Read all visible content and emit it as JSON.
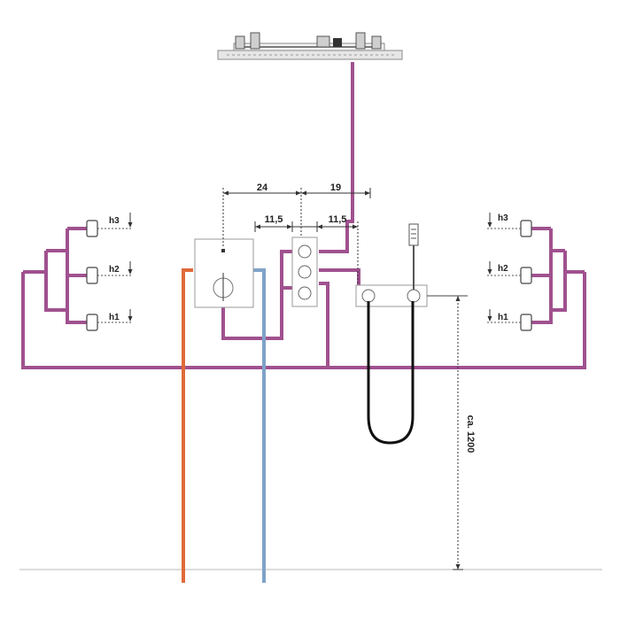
{
  "colors": {
    "pipe_mixed": "#a0518f",
    "pipe_hot": "#e06a3a",
    "pipe_cold": "#7fa3c9",
    "hose": "#111111",
    "outline": "#9a9a9a",
    "dimension": "#333333"
  },
  "dimensions": {
    "width_a": "24",
    "width_b": "19",
    "offset_left": "11,5",
    "offset_right": "11,5",
    "height": "ca. 1200"
  },
  "body_jets": {
    "left": [
      "h3",
      "h2",
      "h1"
    ],
    "right": [
      "h3",
      "h2",
      "h1"
    ]
  },
  "icons": {
    "overhead_shower": "rain-shower-head-icon",
    "hand_shower": "hand-shower-icon",
    "body_jet": "body-jet-nozzle-icon",
    "thermostat": "thermostatic-mixer-icon",
    "diverter": "three-way-diverter-icon",
    "hose_outlet": "hand-shower-holder-icon"
  }
}
